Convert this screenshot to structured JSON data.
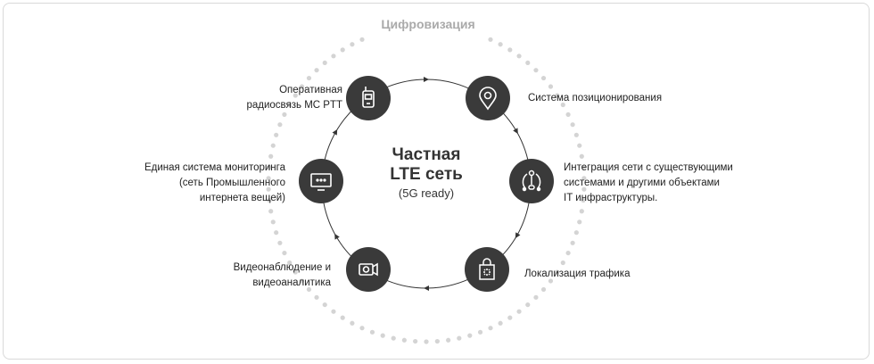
{
  "outer_label": "Цифровизация",
  "center": {
    "line1": "Частная",
    "line2": "LTE сеть",
    "line3": "(5G ready)"
  },
  "nodes": [
    {
      "icon": "radio-icon",
      "label": [
        "Оперативная",
        "радиосвязь МС PTT"
      ]
    },
    {
      "icon": "location-pin-icon",
      "label": [
        "Система позиционирования"
      ]
    },
    {
      "icon": "integration-icon",
      "label": [
        "Интеграция сети с существующими",
        "системами и другими объектами",
        "IT инфраструктуры."
      ]
    },
    {
      "icon": "shopping-bag-icon",
      "label": [
        "Локализация трафика"
      ]
    },
    {
      "icon": "video-camera-icon",
      "label": [
        "Видеонаблюдение и",
        "видеоаналитика"
      ]
    },
    {
      "icon": "monitor-icon",
      "label": [
        "Единая система мониторинга",
        "(сеть Промышленного",
        "интернета вещей)"
      ]
    }
  ],
  "colors": {
    "node": "#3a3a3a",
    "dots": "#d4d4d4",
    "title": "#aaaaaa"
  }
}
